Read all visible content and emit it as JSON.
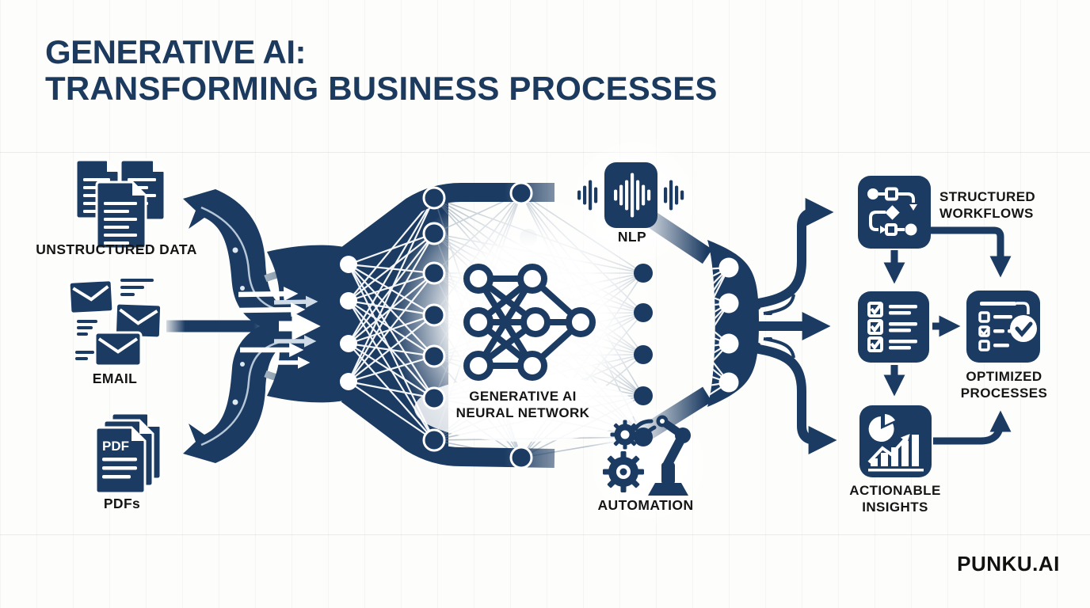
{
  "title": {
    "line1": "GENERATIVE AI:",
    "line2": "TRANSFORMING BUSINESS PROCESSES"
  },
  "inputs": {
    "unstructured": {
      "label": "UNSTRUCTURED DATA"
    },
    "email": {
      "label": "EMAIL"
    },
    "pdfs": {
      "label": "PDFs",
      "icon_text": "PDF"
    }
  },
  "center": {
    "nlp": {
      "label": "NLP"
    },
    "network": {
      "line1": "GENERATIVE AI",
      "line2": "NEURAL NETWORK"
    },
    "automation": {
      "label": "AUTOMATION"
    }
  },
  "outputs": {
    "workflows": {
      "line1": "STRUCTURED",
      "line2": "WORKFLOWS"
    },
    "optimized": {
      "line1": "OPTIMIZED",
      "line2": "PROCESSES"
    },
    "insights": {
      "line1": "ACTIONABLE",
      "line2": "INSIGHTS"
    }
  },
  "brand": {
    "label": "PUNKU.AI"
  },
  "colors": {
    "navy": "#1b3b62",
    "navy_deep": "#13304f",
    "title": "#1c3a5e",
    "text": "#151515",
    "background": "#fdfdfb",
    "highlight": "#c8d7e6",
    "mesh_gray": "#7388a0"
  }
}
